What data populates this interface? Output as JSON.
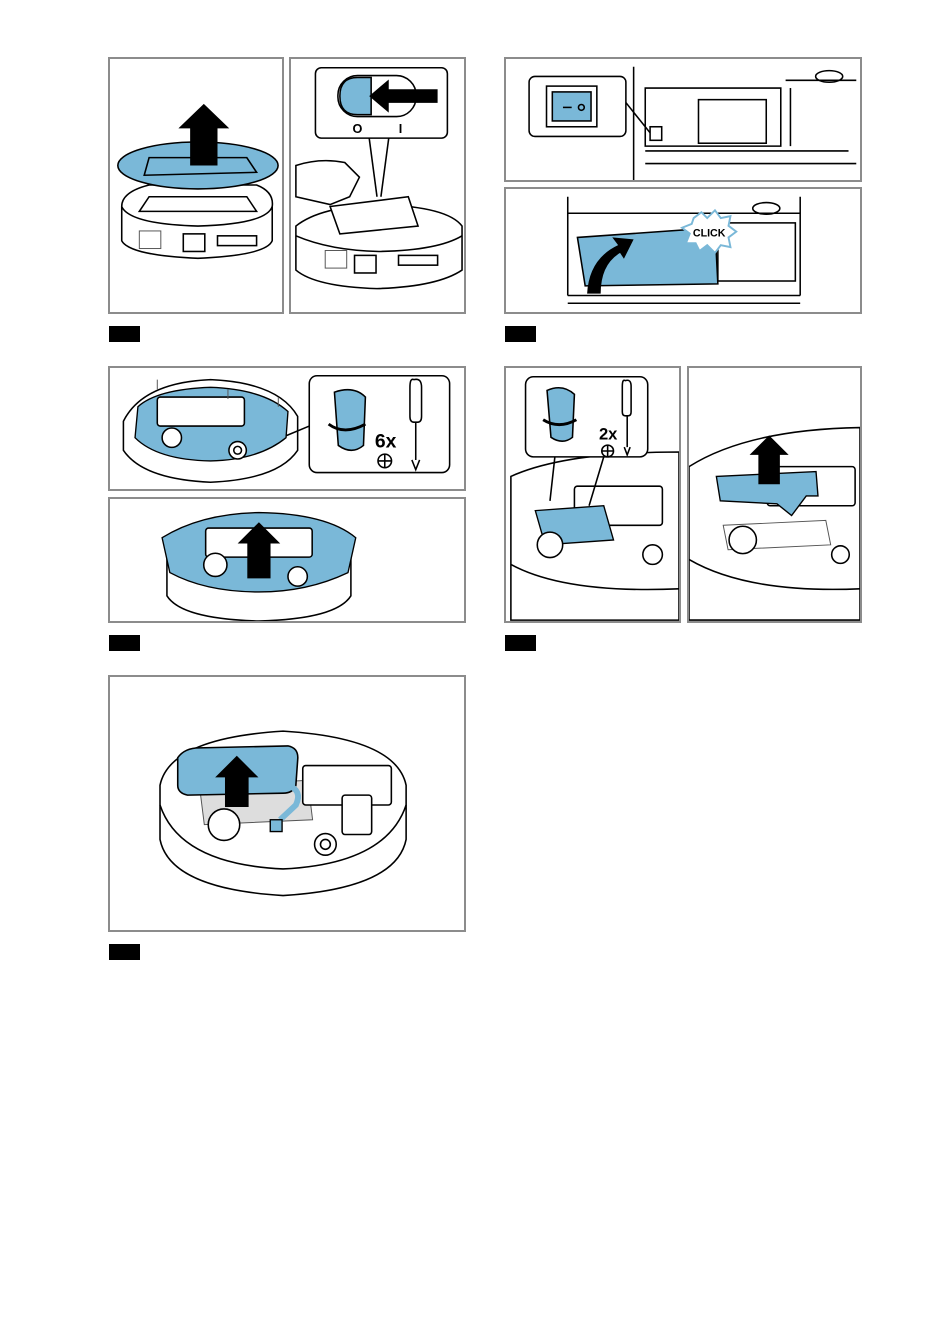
{
  "steps": [
    {
      "id": "step-1",
      "panels": [
        "lift-top-cover",
        "switch-off"
      ]
    },
    {
      "id": "step-2",
      "panels": [
        "station-switch",
        "close-door-click"
      ],
      "click_label": "CLICK"
    },
    {
      "id": "step-3",
      "panels": [
        "unscrew-bottom-6",
        "lift-bottom-cover"
      ],
      "screw_count": "6x"
    },
    {
      "id": "step-4",
      "panels": [
        "unscrew-battery-cover-2",
        "lift-battery-cover"
      ],
      "screw_count": "2x"
    },
    {
      "id": "step-5",
      "panels": [
        "lift-battery"
      ]
    }
  ],
  "switch_marks": {
    "off": "O",
    "on": "I"
  },
  "colors": {
    "accent": "#7ab8d8",
    "frame": "#8c8c8c",
    "badge": "#000000"
  },
  "icons": [
    "arrow-up-icon",
    "arrow-left-icon",
    "rotate-arrow-icon",
    "screwdriver-icon",
    "phillips-icon",
    "click-burst-icon"
  ]
}
